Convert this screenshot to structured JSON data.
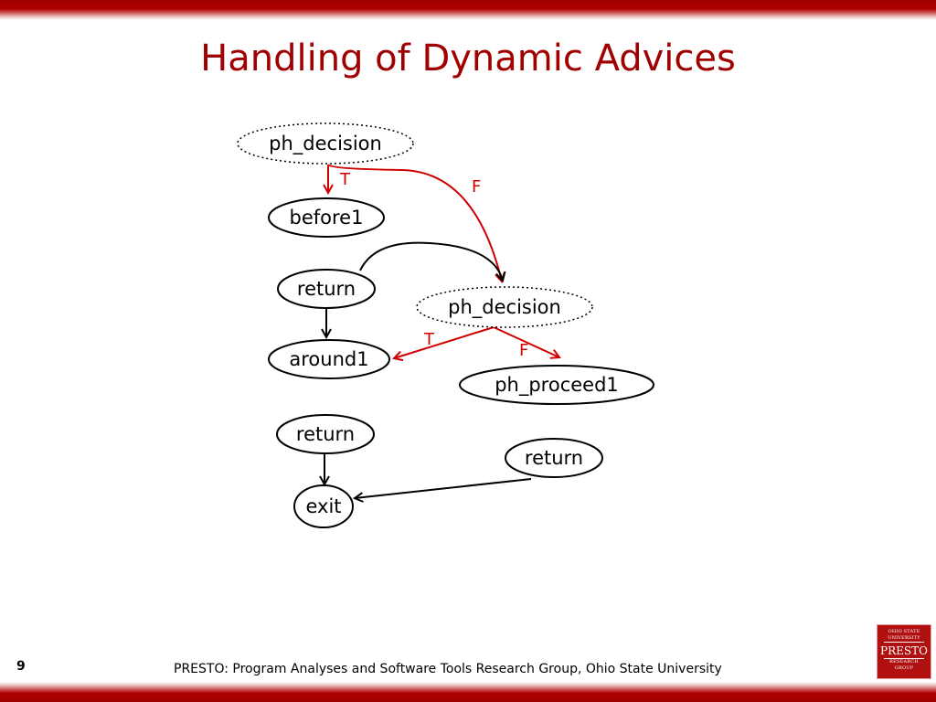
{
  "slide": {
    "title": "Handling of Dynamic Advices",
    "number": "9",
    "footer": "PRESTO: Program Analyses and Software Tools Research Group, Ohio State University"
  },
  "logo": {
    "line1": "OHIO STATE",
    "line2": "UNIVERSITY",
    "main": "PRESTO",
    "line3": "RESEARCH",
    "line4": "GROUP"
  },
  "diagram": {
    "nodes": [
      {
        "id": "ph_decision_1",
        "label": "ph_decision",
        "style": "dotted"
      },
      {
        "id": "before1",
        "label": "before1",
        "style": "solid"
      },
      {
        "id": "return_1",
        "label": "return",
        "style": "solid"
      },
      {
        "id": "ph_decision_2",
        "label": "ph_decision",
        "style": "dotted"
      },
      {
        "id": "around1",
        "label": "around1",
        "style": "solid"
      },
      {
        "id": "ph_proceed1",
        "label": "ph_proceed1",
        "style": "solid"
      },
      {
        "id": "return_2",
        "label": "return",
        "style": "solid"
      },
      {
        "id": "return_3",
        "label": "return",
        "style": "solid"
      },
      {
        "id": "exit",
        "label": "exit",
        "style": "solid"
      }
    ],
    "edges": [
      {
        "from": "ph_decision_1",
        "to": "before1",
        "label": "T",
        "color": "#d00000"
      },
      {
        "from": "ph_decision_1",
        "to": "ph_decision_2",
        "label": "F",
        "color": "#d00000"
      },
      {
        "from": "return_1",
        "to": "ph_decision_2",
        "label": "",
        "color": "#000000"
      },
      {
        "from": "return_1",
        "to": "around1",
        "label": "",
        "color": "#000000"
      },
      {
        "from": "ph_decision_2",
        "to": "around1",
        "label": "T",
        "color": "#d00000"
      },
      {
        "from": "ph_decision_2",
        "to": "ph_proceed1",
        "label": "F",
        "color": "#d00000"
      },
      {
        "from": "return_2",
        "to": "exit",
        "label": "",
        "color": "#000000"
      },
      {
        "from": "return_3",
        "to": "exit",
        "label": "",
        "color": "#000000"
      }
    ]
  },
  "colors": {
    "accent": "#a00000",
    "true_false_edges": "#d00000",
    "normal_edges": "#000000"
  }
}
